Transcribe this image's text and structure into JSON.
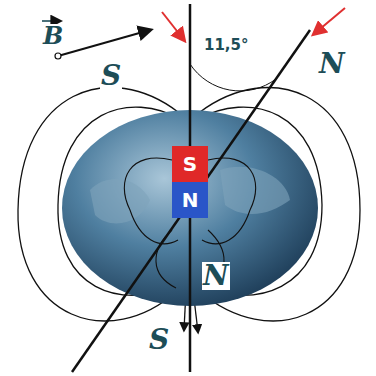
{
  "diagram": {
    "nodes": [
      {
        "text": [
          "S"
        ]
      },
      {
        "text": [
          "N"
        ]
      }
    ],
    "labels": [
      "B",
      "S",
      "11,5°",
      "N",
      "N",
      "S"
    ]
  }
}
